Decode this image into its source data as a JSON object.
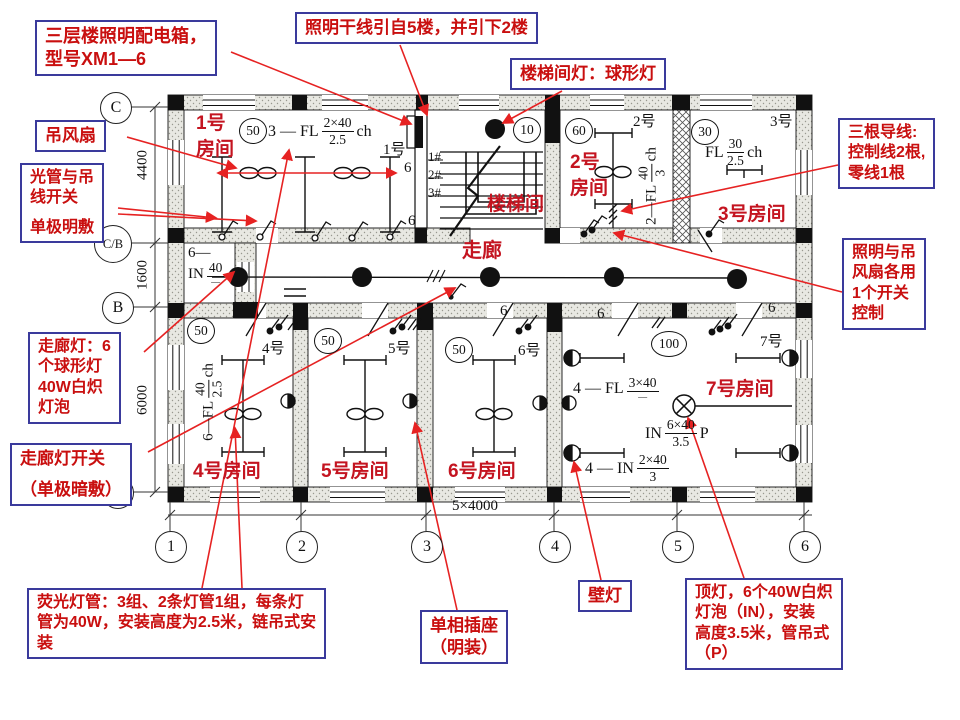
{
  "annotations": {
    "dist_box": [
      "三层楼照明配电箱，",
      "型号XM1—6"
    ],
    "trunk": [
      "照明干线引自5楼，并引下2楼"
    ],
    "stair_lamp": [
      "楼梯间灯：球形灯"
    ],
    "fan": [
      "吊风扇"
    ],
    "tube_switch": [
      "光管与吊",
      "线开关",
      "单极明敷"
    ],
    "three_wires": [
      "三根导线:",
      "控制线2根,",
      "零线1根"
    ],
    "one_switch": [
      "照明与吊",
      "风扇各用",
      "1个开关",
      "控制"
    ],
    "corridor_lamp": [
      "走廊灯：6",
      "个球形灯",
      "40W白炽",
      "灯泡"
    ],
    "corridor_switch": [
      "走廊灯开关",
      "（单极暗敷）"
    ],
    "fluorescent": [
      "荧光灯管：3组、2条灯管1组，每条灯",
      "管为40W，安装高度为2.5米，链吊式安",
      "装"
    ],
    "socket": [
      "单相插座",
      "（明装）"
    ],
    "wall_lamp": [
      "壁灯"
    ],
    "ceiling_lamp": [
      "顶灯，6个40W白炽",
      "灯泡（IN），安装",
      "高度3.5米，管吊式",
      "（P）"
    ]
  },
  "rooms_red": {
    "r1a": "1号",
    "r1b": "房间",
    "r2a": "2号",
    "r2b": "房间",
    "stair": "楼梯间",
    "r3": "3号房间",
    "corridor": "走廊",
    "r4": "4号房间",
    "r5": "5号房间",
    "r6": "6号房间",
    "r7": "7号房间"
  },
  "circled": {
    "r1": "50",
    "stair": "10",
    "r2": "60",
    "r3": "30",
    "r4": "50",
    "r5": "50",
    "r6": "50",
    "r7": "100"
  },
  "formulas": {
    "room1": {
      "pre": "3 — FL",
      "num": "2×40",
      "den": "2.5",
      "suf": "ch"
    },
    "room1_no": "1号",
    "room2_no": "2号",
    "room2": {
      "pre": "2—FL",
      "num": "40",
      "den": "3",
      "suf": "ch"
    },
    "room3_no": "3号",
    "room3": {
      "pre": "FL",
      "num": "30",
      "den": "2.5",
      "suf": "ch"
    },
    "room4": {
      "pre": "6—FL",
      "num": "40",
      "den": "2.5",
      "suf": "ch"
    },
    "corridor_pre": "6—",
    "corridor": {
      "pre": "IN",
      "num": "40",
      "den": "—",
      "suf": ""
    },
    "room7a": {
      "pre": "4 — FL",
      "num": "3×40",
      "den": "—",
      "suf": ""
    },
    "room7b": {
      "pre": "IN",
      "num": "6×40",
      "den": "3.5",
      "suf": "P"
    },
    "room7c": {
      "pre": "4 — IN",
      "num": "2×40",
      "den": "3",
      "suf": ""
    }
  },
  "risers": [
    "1#",
    "2#",
    "3#"
  ],
  "switch_nos": {
    "s4": "4号",
    "s5": "5号",
    "s6": "6号",
    "s7": "7号"
  },
  "wire6": "6",
  "grid": {
    "rows": [
      "C",
      "C/B",
      "B"
    ],
    "cols": [
      "1",
      "2",
      "3",
      "4",
      "5",
      "6"
    ],
    "dim_v1": "4400",
    "dim_v2": "1600",
    "dim_v3": "6000",
    "dim_h": "5×4000"
  },
  "colors": {
    "annotation_red": "#c90f0f",
    "box_border_blue": "#3a3a9c",
    "arrow_red": "#e62222",
    "plan_black": "#111111"
  }
}
